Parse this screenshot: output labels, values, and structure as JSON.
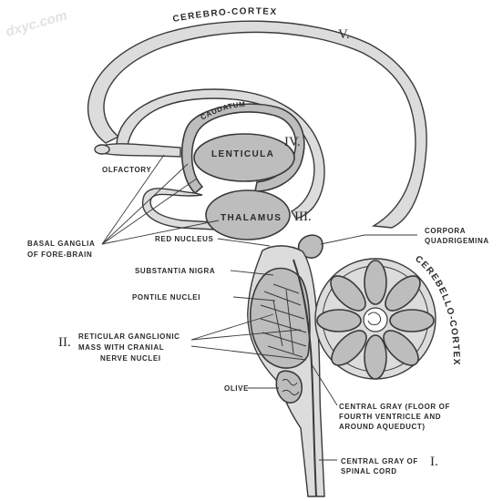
{
  "watermark": "dxyc.com",
  "labels": {
    "cerebro_cortex": "CEREBRO-CORTEX",
    "caudatum": "CAUDATUM",
    "lenticula": "LENTICULA",
    "thalamus": "THALAMUS",
    "olfactory": "OLFACTORY",
    "basal_ganglia_line1": "BASAL GANGLIA",
    "basal_ganglia_line2": "OF FORE-BRAIN",
    "corpora_line1": "CORPORA",
    "corpora_line2": "QUADRIGEMINA",
    "red_nucleus": "RED NUCLEUS",
    "substantia_nigra": "SUBSTANTIA NIGRA",
    "pontile_nuclei": "PONTILE NUCLEI",
    "reticular_line1": "RETICULAR GANGLIONIC",
    "reticular_line2": "MASS WITH CRANIAL",
    "reticular_line3": "NERVE NUCLEI",
    "olive": "OLIVE",
    "cerebello_cortex": "CEREBELLO-CORTEX",
    "central_gray_line1": "CENTRAL GRAY (FLOOR OF",
    "central_gray_line2": "FOURTH VENTRICLE AND",
    "central_gray_line3": "AROUND AQUEDUCT)",
    "spinal_line1": "CENTRAL GRAY OF",
    "spinal_line2": "SPINAL CORD"
  },
  "roman_numerals": {
    "v": "V.",
    "iv": "IV.",
    "iii": "III.",
    "ii": "II.",
    "i": "I."
  }
}
